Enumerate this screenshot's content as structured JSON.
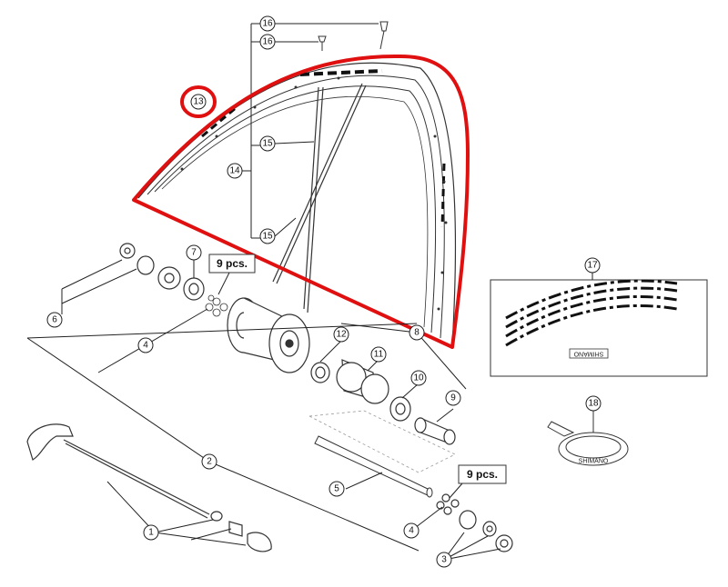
{
  "callouts": {
    "c1": "1",
    "c2": "2",
    "c3": "3",
    "c4a": "4",
    "c4b": "4",
    "c5": "5",
    "c6": "6",
    "c7": "7",
    "c8": "8",
    "c9": "9",
    "c10": "10",
    "c11": "11",
    "c12": "12",
    "c13": "13",
    "c14": "14",
    "c15a": "15",
    "c15b": "15",
    "c16a": "16",
    "c16b": "16",
    "c17": "17",
    "c18": "18"
  },
  "pcs_labels": {
    "upper": "9 pcs.",
    "lower": "9 pcs."
  },
  "brand": {
    "decal_text": "SHIMANO",
    "tape_text": "SHIMANO"
  },
  "colors": {
    "highlight": "#e01010",
    "line": "#222222"
  }
}
